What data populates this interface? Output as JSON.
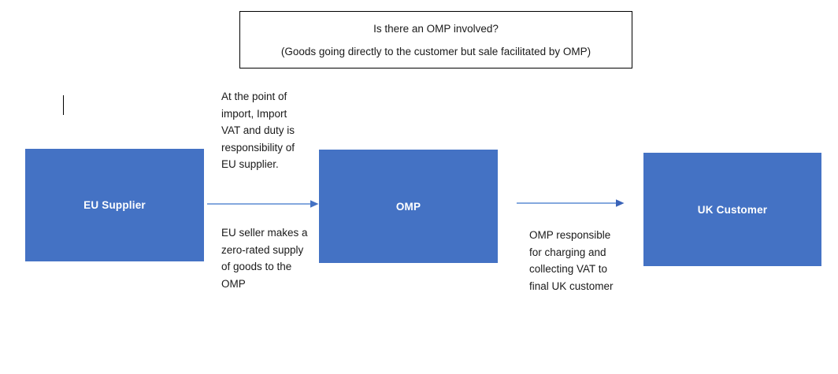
{
  "header": {
    "question": "Is there an OMP involved?",
    "subtitle": "(Goods going directly to the customer but sale facilitated by OMP)"
  },
  "nodes": {
    "eu_supplier": "EU Supplier",
    "omp": "OMP",
    "uk_customer": "UK Customer"
  },
  "annotations": {
    "import_vat": "At the point of import, Import VAT and duty is responsibility of EU supplier.",
    "zero_rated": "EU seller makes a zero-rated supply of goods to the OMP",
    "omp_vat": "OMP responsible for charging and collecting VAT to final UK customer"
  },
  "icons": {
    "arrow_supplier_to_omp": "arrow-right-icon",
    "arrow_omp_to_customer": "arrow-right-icon",
    "text_caret": "text-cursor-icon"
  },
  "colors": {
    "node_fill": "#4472C4",
    "node_text": "#ffffff",
    "arrow": "#4472C4",
    "border": "#000000",
    "background": "#ffffff",
    "body_text": "#1a1a1a"
  }
}
